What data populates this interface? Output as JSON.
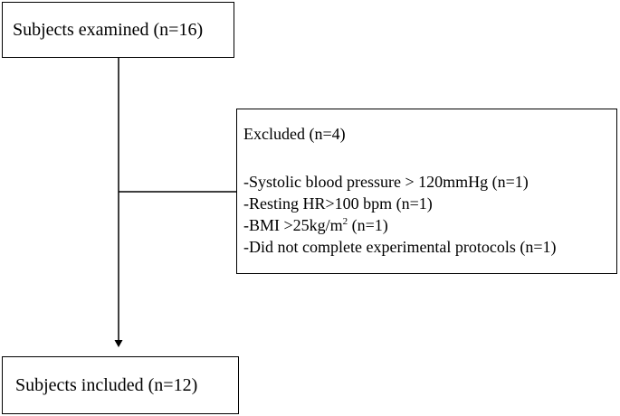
{
  "flowchart": {
    "top_box": {
      "label": "Subjects examined (n=16)"
    },
    "excluded_box": {
      "title": "Excluded (n=4)",
      "criteria": [
        {
          "text": "-Systolic blood pressure > 120mmHg  (n=1)"
        },
        {
          "text": "-Resting HR>100 bpm (n=1)"
        },
        {
          "pre": "-BMI >25kg/m",
          "sup": "2",
          "post": " (n=1)"
        },
        {
          "text": "-Did not complete experimental protocols (n=1)"
        }
      ]
    },
    "bottom_box": {
      "label": "Subjects included (n=12)"
    }
  }
}
